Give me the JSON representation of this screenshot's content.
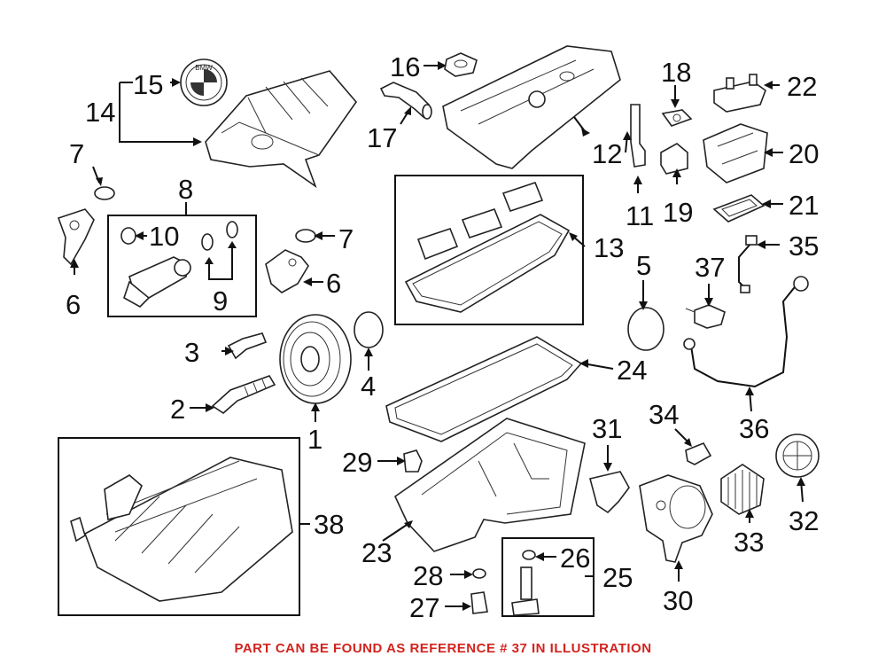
{
  "callouts": {
    "n1": "1",
    "n2": "2",
    "n3": "3",
    "n4": "4",
    "n5": "5",
    "n6a": "6",
    "n6b": "6",
    "n7a": "7",
    "n7b": "7",
    "n8": "8",
    "n9": "9",
    "n10": "10",
    "n11": "11",
    "n12": "12",
    "n13": "13",
    "n14": "14",
    "n15": "15",
    "n16": "16",
    "n17": "17",
    "n18": "18",
    "n19": "19",
    "n20": "20",
    "n21": "21",
    "n22": "22",
    "n23": "23",
    "n24": "24",
    "n25": "25",
    "n26": "26",
    "n27": "27",
    "n28": "28",
    "n29": "29",
    "n30": "30",
    "n31": "31",
    "n32": "32",
    "n33": "33",
    "n34": "34",
    "n35": "35",
    "n36": "36",
    "n37": "37",
    "n38": "38"
  },
  "logo_text": "BMW",
  "footer_note": "PART CAN BE FOUND AS REFERENCE # 37 IN ILLUSTRATION",
  "colors": {
    "footer": "#d2231e",
    "lines": "#111111",
    "background": "#ffffff"
  }
}
